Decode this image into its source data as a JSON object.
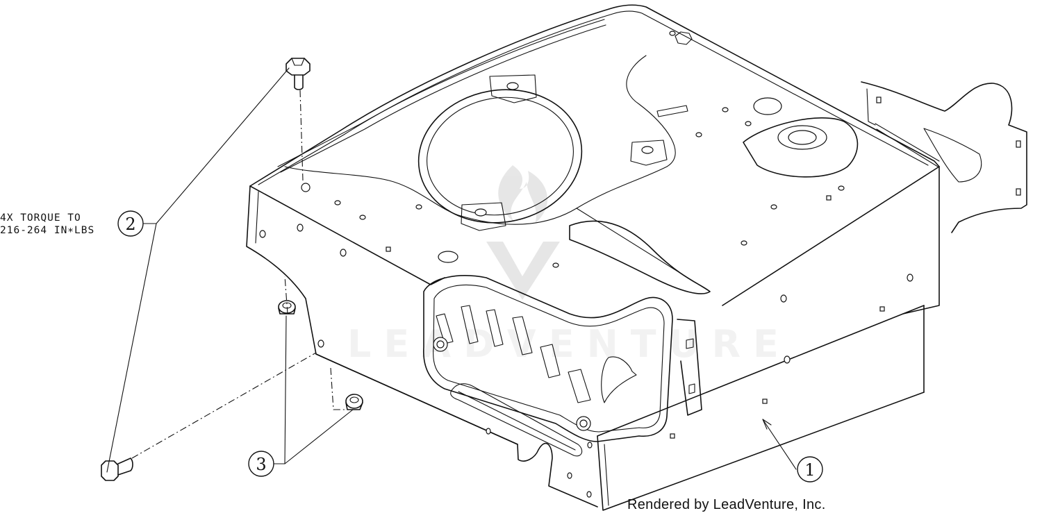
{
  "diagram": {
    "note_line1": "4X TORQUE TO",
    "note_line2": "216-264 IN∗LBS",
    "callouts": [
      "1",
      "2",
      "3"
    ],
    "watermark": "LEADVENTURE",
    "credit": "Rendered by LeadVenture, Inc."
  }
}
